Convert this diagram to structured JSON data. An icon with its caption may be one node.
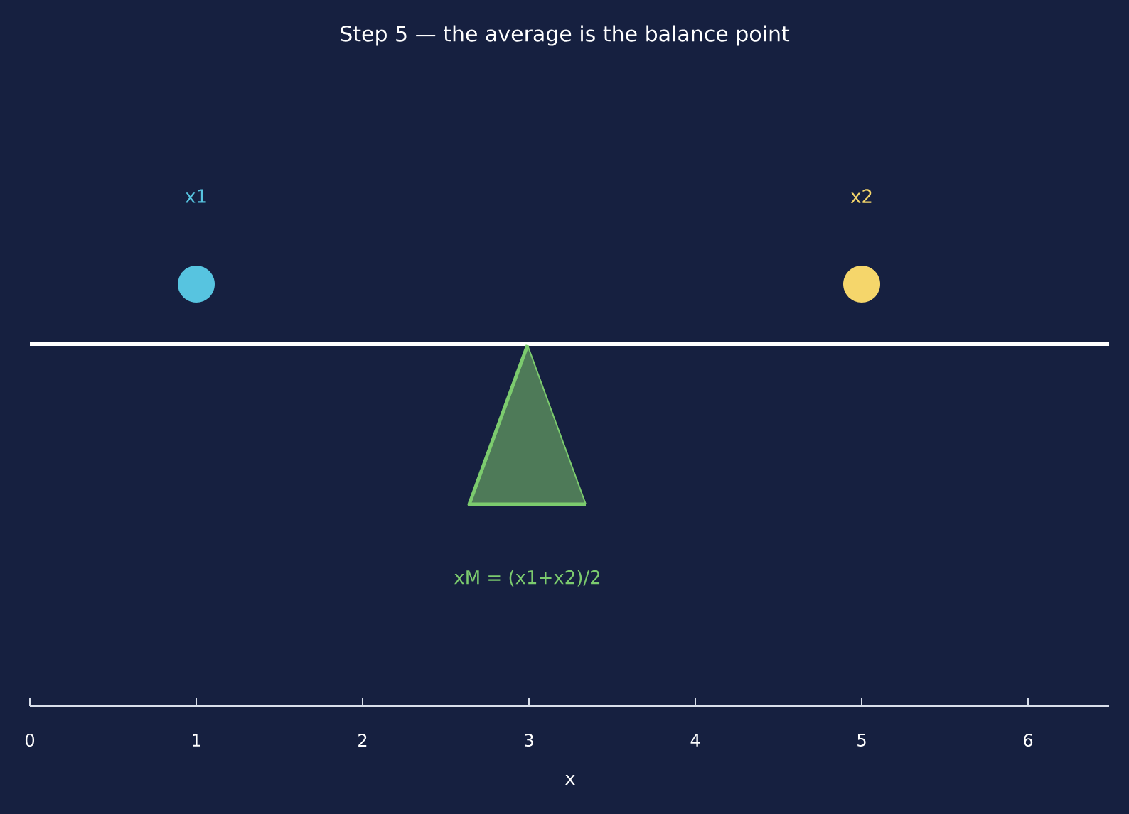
{
  "diagram": {
    "title": "Step 5 — the average is the balance point",
    "nodes": [
      {
        "text": [
          "x1"
        ]
      },
      {
        "text": [
          "x2"
        ]
      },
      {
        "text": [],
        "shape": "bar"
      },
      {
        "text": [
          "xM = (x1+x2)/2"
        ]
      }
    ],
    "labels": [
      "0",
      "1",
      "2",
      "3",
      "4",
      "5",
      "6",
      "x"
    ]
  }
}
